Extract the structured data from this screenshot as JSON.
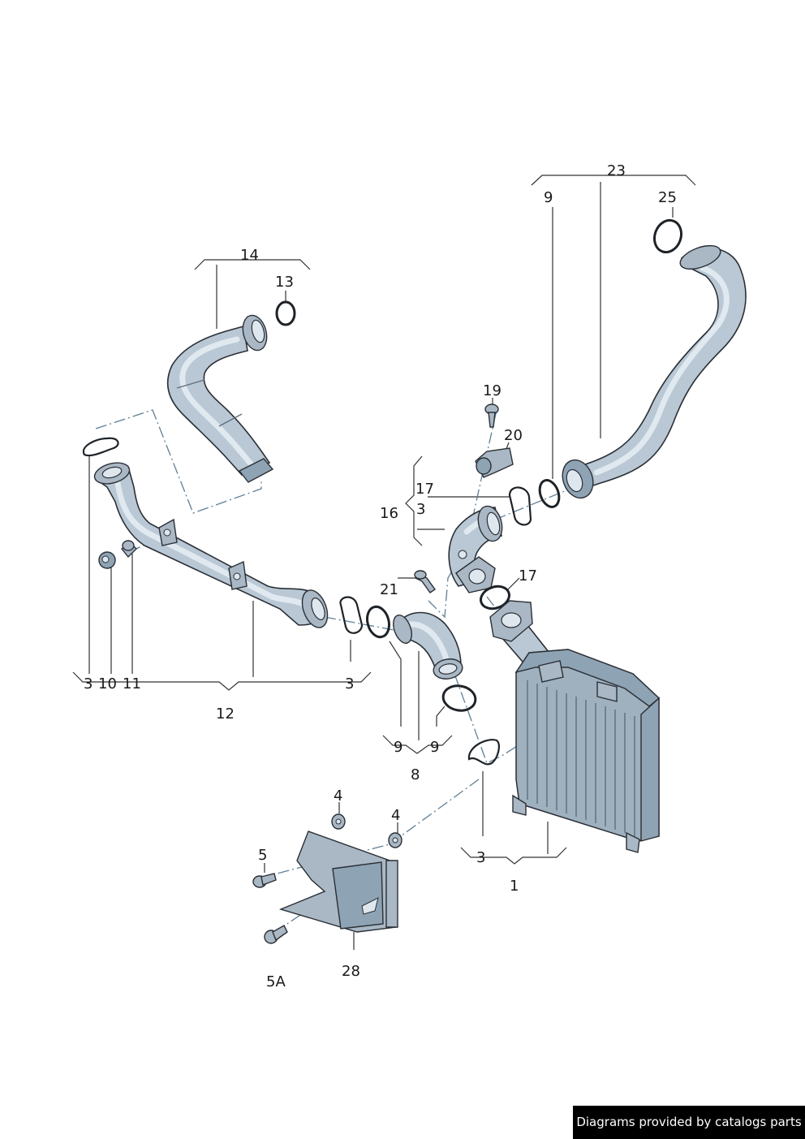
{
  "labels": {
    "l23": "23",
    "l9a": "9",
    "l25": "25",
    "l14": "14",
    "l13": "13",
    "l19": "19",
    "l20": "20",
    "l17a": "17",
    "l3a": "3",
    "l16": "16",
    "l17b": "17",
    "l21": "21",
    "l3b": "3",
    "l10": "10",
    "l11": "11",
    "l3c": "3",
    "l12": "12",
    "l9b": "9",
    "l9c": "9",
    "l8": "8",
    "l4a": "4",
    "l4b": "4",
    "l5": "5",
    "l3d": "3",
    "l1": "1",
    "l28": "28",
    "l5a": "5A"
  },
  "footer": {
    "text": "Diagrams provided by catalogs parts"
  },
  "colors": {
    "part_fill": "#b9c8d4",
    "outline": "#2a2f36",
    "leader_dash": "#5f7f95"
  }
}
